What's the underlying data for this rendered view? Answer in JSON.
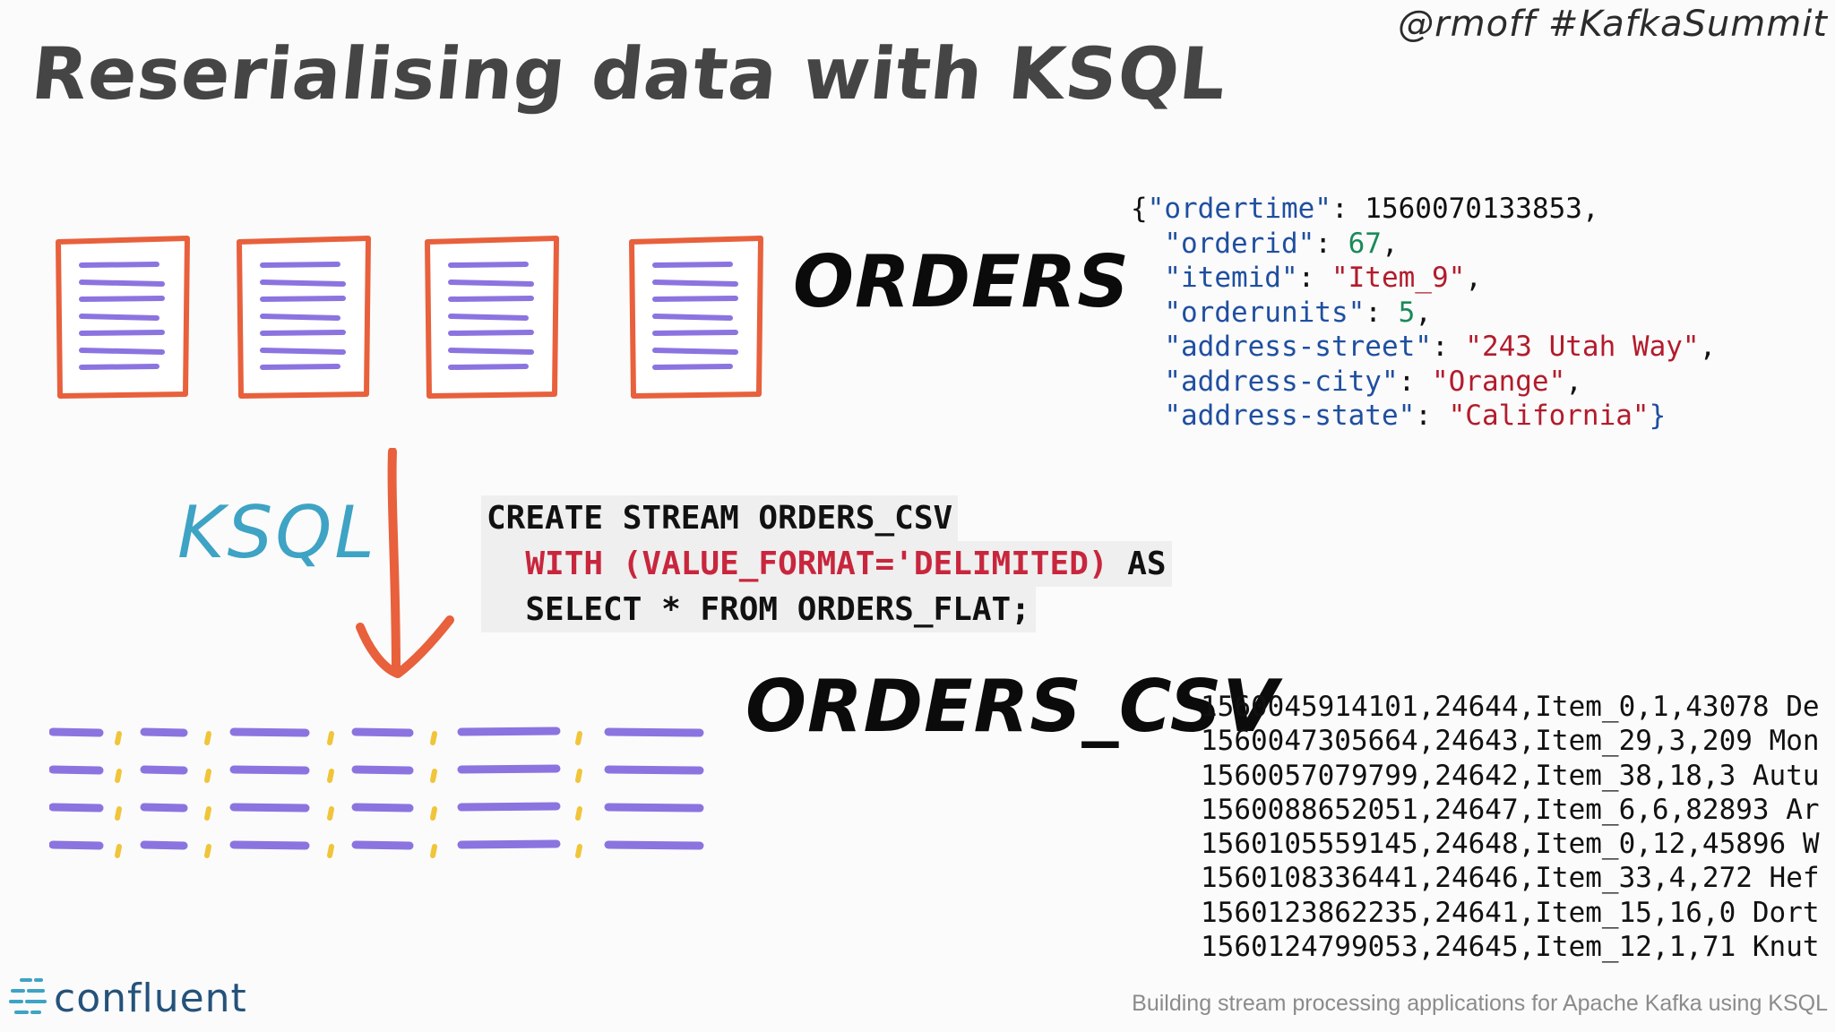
{
  "header": {
    "handle": "@rmoff  #KafkaSummit",
    "title": "Reserialising data with KSQL"
  },
  "orders": {
    "label": "ORDERS",
    "json_lines": [
      [
        [
          "p",
          "{"
        ],
        [
          "k",
          "\"ordertime\""
        ],
        [
          "p",
          ": 1560070133853,"
        ]
      ],
      [
        [
          "p",
          "  "
        ],
        [
          "k",
          "\"orderid\""
        ],
        [
          "p",
          ": "
        ],
        [
          "n",
          "67"
        ],
        [
          "p",
          ","
        ]
      ],
      [
        [
          "p",
          "  "
        ],
        [
          "k",
          "\"itemid\""
        ],
        [
          "p",
          ": "
        ],
        [
          "s",
          "\"Item_9\""
        ],
        [
          "p",
          ","
        ]
      ],
      [
        [
          "p",
          "  "
        ],
        [
          "k",
          "\"orderunits\""
        ],
        [
          "p",
          ": "
        ],
        [
          "n",
          "5"
        ],
        [
          "p",
          ","
        ]
      ],
      [
        [
          "p",
          "  "
        ],
        [
          "k",
          "\"address-street\""
        ],
        [
          "p",
          ": "
        ],
        [
          "s",
          "\"243 Utah Way\""
        ],
        [
          "p",
          ","
        ]
      ],
      [
        [
          "p",
          "  "
        ],
        [
          "k",
          "\"address-city\""
        ],
        [
          "p",
          ": "
        ],
        [
          "s",
          "\"Orange\""
        ],
        [
          "p",
          ","
        ]
      ],
      [
        [
          "p",
          "  "
        ],
        [
          "k",
          "\"address-state\""
        ],
        [
          "p",
          ": "
        ],
        [
          "s",
          "\"California\""
        ],
        [
          "k",
          "}"
        ]
      ]
    ]
  },
  "ksql": {
    "label": "KSQL",
    "statement": {
      "line1": "CREATE STREAM ORDERS_CSV",
      "line2_with": "  WITH (VALUE_FORMAT='DELIMITED)",
      "line2_as": " AS",
      "line3": "  SELECT * FROM ORDERS_FLAT;"
    }
  },
  "orders_csv": {
    "label": "ORDERS_CSV",
    "rows": [
      "1560045914101,24644,Item_0,1,43078 De",
      "1560047305664,24643,Item_29,3,209 Mon",
      "1560057079799,24642,Item_38,18,3 Autu",
      "1560088652051,24647,Item_6,6,82893 Ar",
      "1560105559145,24648,Item_0,12,45896 W",
      "1560108336441,24646,Item_33,4,272 Hef",
      "1560123862235,24641,Item_15,16,0 Dort",
      "1560124799053,24645,Item_12,1,71 Knut"
    ]
  },
  "footer": {
    "logo_text": "confluent",
    "caption": "Building stream processing applications for Apache Kafka using KSQL"
  },
  "colors": {
    "doc_border": "#e8603c",
    "doc_lines": "#8b74e0",
    "arrow": "#e8603c",
    "csv_dash": "#8b74e0",
    "csv_sep": "#f0c53a",
    "ksql_label": "#3ea3c4",
    "sql_keyword_red": "#c8263d",
    "json_key": "#1f4fa0",
    "json_string": "#b21c2c",
    "json_number": "#1a8a5a",
    "logo": "#25527a"
  },
  "icons": [
    "document-icon",
    "down-arrow-icon",
    "csv-rows-icon",
    "confluent-logo-icon"
  ]
}
